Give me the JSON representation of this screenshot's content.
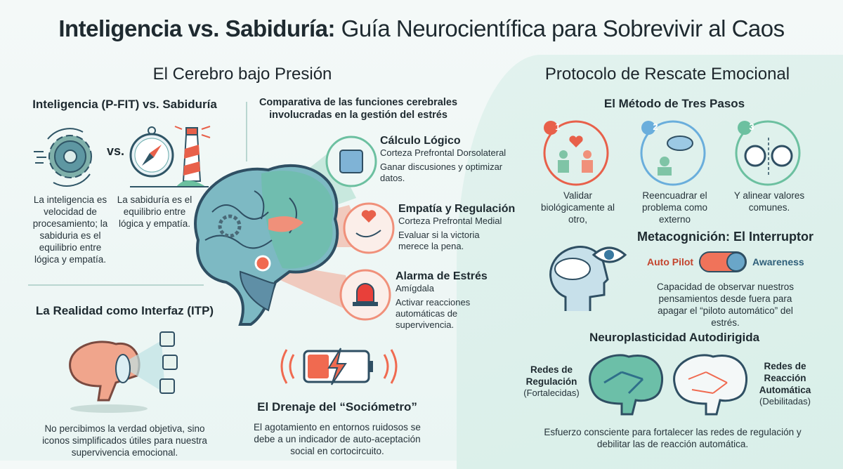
{
  "title": {
    "bold": "Inteligencia vs. Sabiduría:",
    "rest": " Guía Neurocientífica para Sobrevivir al Caos"
  },
  "left": {
    "heading": "El Cerebro bajo Presión",
    "pfit": {
      "heading": "Inteligencia (P-FIT) vs. Sabiduría",
      "vs": "vs.",
      "intel_text": "La inteligencia es velocidad de procesamiento; la sabiduria es el equilibrio entre lógica y empatía.",
      "wisdom_text": "La sabiduría es el equilibrio entre lógica y empatía."
    },
    "compare": {
      "heading": "Comparativa de las funciones cerebrales involucradas en la gestión del estrés",
      "items": [
        {
          "title": "Cálculo Lógico",
          "region": "Corteza Prefrontal Dorsolateral",
          "desc": "Ganar discusiones y optimizar datos.",
          "icon": "chip-icon"
        },
        {
          "title": "Empatía y Regulación",
          "region": "Corteza Prefrontal Medial",
          "desc": "Evaluar si la victoria merece la pena.",
          "icon": "heart-hand-icon"
        },
        {
          "title": "Alarma de Estrés",
          "region": "Amígdala",
          "desc": "Activar reacciones automáticas de supervivencia.",
          "icon": "alarm-icon"
        }
      ]
    },
    "itp": {
      "heading": "La Realidad como Interfaz (ITP)",
      "text": "No percibimos la verdad objetiva, sino iconos simplificados útiles para nuestra supervivencia emocional."
    },
    "drain": {
      "heading": "El Drenaje del “Sociómetro”",
      "text": "El agotamiento en entornos ruidosos se debe a un indicador de auto-aceptación social en cortocircuito."
    }
  },
  "right": {
    "heading": "Protocolo de Rescate Emocional",
    "steps": {
      "heading": "El Método de Tres Pasos",
      "items": [
        {
          "num": "1",
          "text": "Validar biológicamente al otro,",
          "color": "#e8604a"
        },
        {
          "num": "2",
          "text": "Reencuadrar el problema como externo",
          "color": "#6aaedc"
        },
        {
          "num": "3",
          "text": "Y alinear valores comunes.",
          "color": "#6cc0a0"
        }
      ]
    },
    "meta": {
      "heading": "Metacognición: El Interruptor",
      "off_label": "Auto Pilot",
      "on_label": "Awareness",
      "text": "Capacidad de observar nuestros pensamientos desde fuera para apagar el “piloto automático” del estrés."
    },
    "neuro": {
      "heading": "Neuroplasticidad Autodirigida",
      "reg_title": "Redes de Regulación",
      "reg_sub": "(Fortalecidas)",
      "auto_title": "Redes de Reacción Automática",
      "auto_sub": "(Debilitadas)",
      "text": "Esfuerzo consciente para fortalecer las redes de regulación y debilitar las de reacción automática."
    }
  },
  "colors": {
    "accent_red": "#e8604a",
    "accent_teal": "#5bb59a",
    "accent_blue": "#4a90b8"
  }
}
